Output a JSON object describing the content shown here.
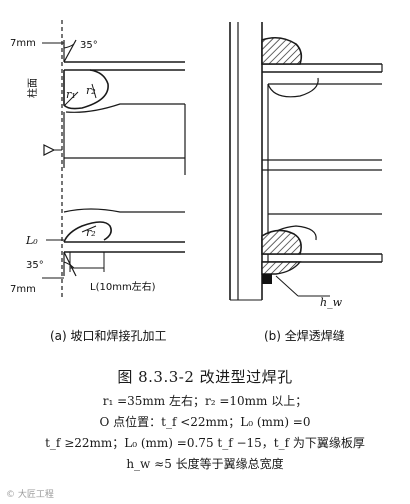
{
  "panel_a": {
    "label_7mm_top": "7mm",
    "label_35_top": "35°",
    "label_r1": "r₁",
    "label_r2": "r₂",
    "label_column_face": "柱面",
    "label_L0": "L₀",
    "label_r2_bottom": "r₂",
    "label_35_bottom": "35°",
    "label_7mm_bottom": "7mm",
    "label_L": "L(10mm左右)",
    "caption": "(a) 坡口和焊接孔加工"
  },
  "panel_b": {
    "label_hw": "h_w",
    "caption": "(b) 全焊透焊缝"
  },
  "caption": {
    "title": "图 8.3.3-2    改进型过焊孔",
    "line1": "r₁ =35mm 左右；r₂ =10mm 以上；",
    "line2": "O 点位置：t_f <22mm；L₀ (mm) =0",
    "line3": "t_f ≥22mm；L₀ (mm) =0.75 t_f −15，t_f 为下翼缘板厚",
    "line4": "h_w ≈5 长度等于翼缘总宽度"
  },
  "watermark": "© 大匠工程"
}
